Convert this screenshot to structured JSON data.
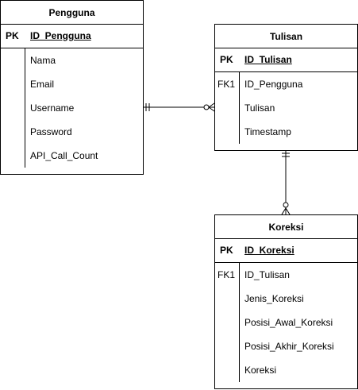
{
  "entities": {
    "pengguna": {
      "title": "Pengguna",
      "pk_label": "PK",
      "pk_attr": "ID_Pengguna",
      "attributes": [
        "Nama",
        "Email",
        "Username",
        "Password",
        "API_Call_Count"
      ]
    },
    "tulisan": {
      "title": "Tulisan",
      "pk_label": "PK",
      "pk_attr": "ID_Tulisan",
      "fk_label": "FK1",
      "attributes": [
        "ID_Pengguna",
        "Tulisan",
        "Timestamp"
      ]
    },
    "koreksi": {
      "title": "Koreksi",
      "pk_label": "PK",
      "pk_attr": "ID_Koreksi",
      "fk_label": "FK1",
      "attributes": [
        "ID_Tulisan",
        "Jenis_Koreksi",
        "Posisi_Awal_Koreksi",
        "Posisi_Akhir_Koreksi",
        "Koreksi"
      ]
    }
  },
  "relationships": [
    {
      "from": "Pengguna",
      "to": "Tulisan",
      "from_cardinality": "exactly-one",
      "to_cardinality": "zero-or-many"
    },
    {
      "from": "Tulisan",
      "to": "Koreksi",
      "from_cardinality": "exactly-one",
      "to_cardinality": "zero-or-many"
    }
  ],
  "colors": {
    "line": "#000000",
    "background": "#ffffff"
  }
}
